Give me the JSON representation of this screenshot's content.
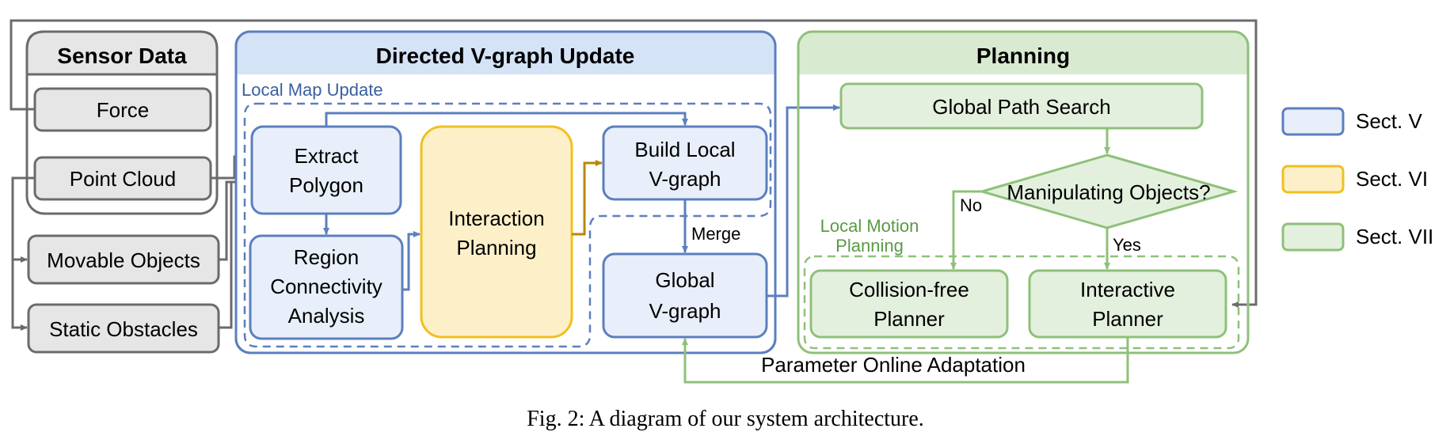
{
  "caption": "Fig. 2: A diagram of our system architecture.",
  "sensor": {
    "title": "Sensor Data",
    "force": "Force",
    "point_cloud": "Point Cloud",
    "movable_objects": "Movable Objects",
    "static_obstacles": "Static Obstacles"
  },
  "vgraph": {
    "title": "Directed V-graph Update",
    "local_map_label": "Local Map Update",
    "extract_polygon": [
      "Extract",
      "Polygon"
    ],
    "region_connectivity": [
      "Region",
      "Connectivity",
      "Analysis"
    ],
    "interaction_planning": [
      "Interaction",
      "Planning"
    ],
    "build_local": [
      "Build Local",
      "V-graph"
    ],
    "merge": "Merge",
    "global_vgraph": [
      "Global",
      "V-graph"
    ]
  },
  "planning": {
    "title": "Planning",
    "global_path_search": "Global Path Search",
    "manipulating_objects": "Manipulating Objects?",
    "no": "No",
    "yes": "Yes",
    "local_motion_label": [
      "Local Motion",
      "Planning"
    ],
    "collision_free": [
      "Collision-free",
      "Planner"
    ],
    "interactive": [
      "Interactive",
      "Planner"
    ],
    "parameter_adaptation": "Parameter Online Adaptation"
  },
  "legend": [
    {
      "label": "Sect. V",
      "fill": "#e8effa",
      "stroke": "#5b7fbf"
    },
    {
      "label": "Sect. VI",
      "fill": "#fdf0c8",
      "stroke": "#f0c020"
    },
    {
      "label": "Sect. VII",
      "fill": "#e4f0de",
      "stroke": "#8fc07a"
    }
  ],
  "colors": {
    "gray_stroke": "#6b6b6b",
    "gray_fill": "#e6e6e6",
    "blue_stroke": "#5b7fbf",
    "blue_fill": "#e8effa",
    "blue_header": "#d5e3f7",
    "yellow_stroke": "#f0c020",
    "yellow_fill": "#fdf0c8",
    "gold_arrow": "#b8860b",
    "green_stroke": "#8fc07a",
    "green_fill": "#e4f0de",
    "green_header": "#d8ead0",
    "dark_green_text": "#5a9a45",
    "blue_text": "#3a5f9f"
  }
}
